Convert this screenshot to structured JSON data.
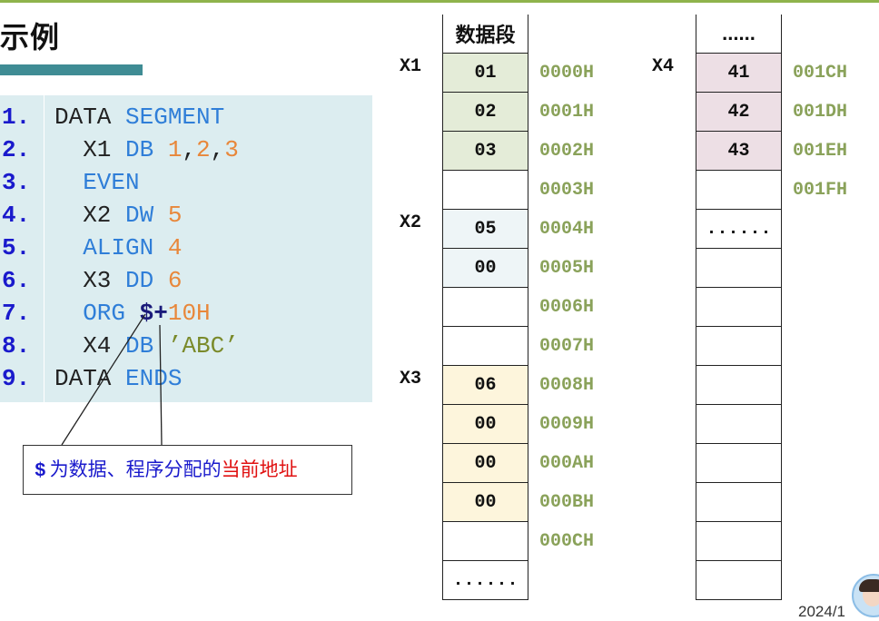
{
  "title": "示例",
  "code_lines": [
    {
      "num": "1.",
      "parts": [
        {
          "c": "t",
          "v": "DATA "
        },
        {
          "c": "k",
          "v": "SEGMENT"
        }
      ]
    },
    {
      "num": "2.",
      "parts": [
        {
          "c": "t",
          "v": "  X1 "
        },
        {
          "c": "k",
          "v": "DB "
        },
        {
          "c": "n",
          "v": "1"
        },
        {
          "c": "t",
          "v": ","
        },
        {
          "c": "n",
          "v": "2"
        },
        {
          "c": "t",
          "v": ","
        },
        {
          "c": "n",
          "v": "3"
        }
      ]
    },
    {
      "num": "3.",
      "parts": [
        {
          "c": "k",
          "v": "  EVEN"
        }
      ]
    },
    {
      "num": "4.",
      "parts": [
        {
          "c": "t",
          "v": "  X2 "
        },
        {
          "c": "k",
          "v": "DW "
        },
        {
          "c": "n",
          "v": "5"
        }
      ]
    },
    {
      "num": "5.",
      "parts": [
        {
          "c": "k",
          "v": "  ALIGN "
        },
        {
          "c": "n",
          "v": "4"
        }
      ]
    },
    {
      "num": "6.",
      "parts": [
        {
          "c": "t",
          "v": "  X3 "
        },
        {
          "c": "k",
          "v": "DD "
        },
        {
          "c": "n",
          "v": "6"
        }
      ]
    },
    {
      "num": "7.",
      "parts": [
        {
          "c": "k",
          "v": "  ORG "
        },
        {
          "c": "dollar",
          "v": "$+"
        },
        {
          "c": "n",
          "v": "10H"
        }
      ]
    },
    {
      "num": "8.",
      "parts": [
        {
          "c": "t",
          "v": "  X4 "
        },
        {
          "c": "k",
          "v": "DB "
        },
        {
          "c": "s",
          "v": "’ABC’"
        }
      ]
    },
    {
      "num": "9.",
      "parts": [
        {
          "c": "t",
          "v": "DATA "
        },
        {
          "c": "k",
          "v": "ENDS"
        }
      ]
    }
  ],
  "callout": {
    "dollar": "$",
    "blue_text": "为数据、程序分配的",
    "red_text": "当前地址"
  },
  "memory_left": {
    "header": "数据段",
    "cells": [
      {
        "v": "01",
        "fill": "green",
        "addr": "0000H",
        "label": "X1"
      },
      {
        "v": "02",
        "fill": "green",
        "addr": "0001H"
      },
      {
        "v": "03",
        "fill": "green",
        "addr": "0002H"
      },
      {
        "v": "",
        "fill": "none",
        "addr": "0003H"
      },
      {
        "v": "05",
        "fill": "blue",
        "addr": "0004H",
        "label": "X2"
      },
      {
        "v": "00",
        "fill": "blue",
        "addr": "0005H"
      },
      {
        "v": "",
        "fill": "none",
        "addr": "0006H"
      },
      {
        "v": "",
        "fill": "none",
        "addr": "0007H"
      },
      {
        "v": "06",
        "fill": "yellow",
        "addr": "0008H",
        "label": "X3"
      },
      {
        "v": "00",
        "fill": "yellow",
        "addr": "0009H"
      },
      {
        "v": "00",
        "fill": "yellow",
        "addr": "000AH"
      },
      {
        "v": "00",
        "fill": "yellow",
        "addr": "000BH"
      },
      {
        "v": "",
        "fill": "none",
        "addr": "000CH"
      },
      {
        "v": "......",
        "fill": "none",
        "addr": ""
      }
    ]
  },
  "memory_right": {
    "header": "......",
    "cells": [
      {
        "v": "41",
        "fill": "pink",
        "addr": "001CH",
        "label": "X4"
      },
      {
        "v": "42",
        "fill": "pink",
        "addr": "001DH"
      },
      {
        "v": "43",
        "fill": "pink",
        "addr": "001EH"
      },
      {
        "v": "",
        "fill": "none",
        "addr": "001FH"
      },
      {
        "v": "......",
        "fill": "none",
        "addr": ""
      },
      {
        "v": "",
        "fill": "none",
        "addr": ""
      },
      {
        "v": "",
        "fill": "none",
        "addr": ""
      },
      {
        "v": "",
        "fill": "none",
        "addr": ""
      },
      {
        "v": "",
        "fill": "none",
        "addr": ""
      },
      {
        "v": "",
        "fill": "none",
        "addr": ""
      },
      {
        "v": "",
        "fill": "none",
        "addr": ""
      },
      {
        "v": "",
        "fill": "none",
        "addr": ""
      },
      {
        "v": "",
        "fill": "none",
        "addr": ""
      },
      {
        "v": "",
        "fill": "none",
        "addr": ""
      }
    ]
  },
  "footer_date": "2024/1"
}
